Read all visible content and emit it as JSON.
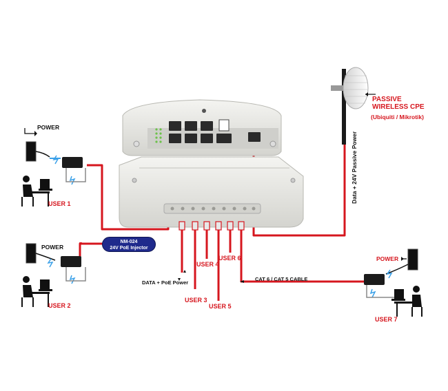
{
  "users": {
    "user1": "USER 1",
    "user2": "USER 2",
    "user3": "USER 3",
    "user4": "USER 4",
    "user5": "USER 5",
    "user6": "USER 6",
    "user7": "USER 7"
  },
  "power": {
    "top_left": "POWER",
    "mid_left": "POWER",
    "right": "POWER"
  },
  "injector": {
    "model": "NM-024",
    "name": "24V PoE Injector"
  },
  "cables": {
    "data_poe": "DATA + PoE Power",
    "cat_cable": "CAT 6 / CAT 5 CABLE",
    "passive_power": "Data + 24V Passive Power"
  },
  "cpe": {
    "line1": "PASSIVE",
    "line2": "WIRELESS CPE",
    "brands": "(Ubiquiti / Mikrotik)"
  },
  "colors": {
    "cable": "#d6161e",
    "device": "#e8e8e4",
    "badge": "#1f2a8c"
  }
}
